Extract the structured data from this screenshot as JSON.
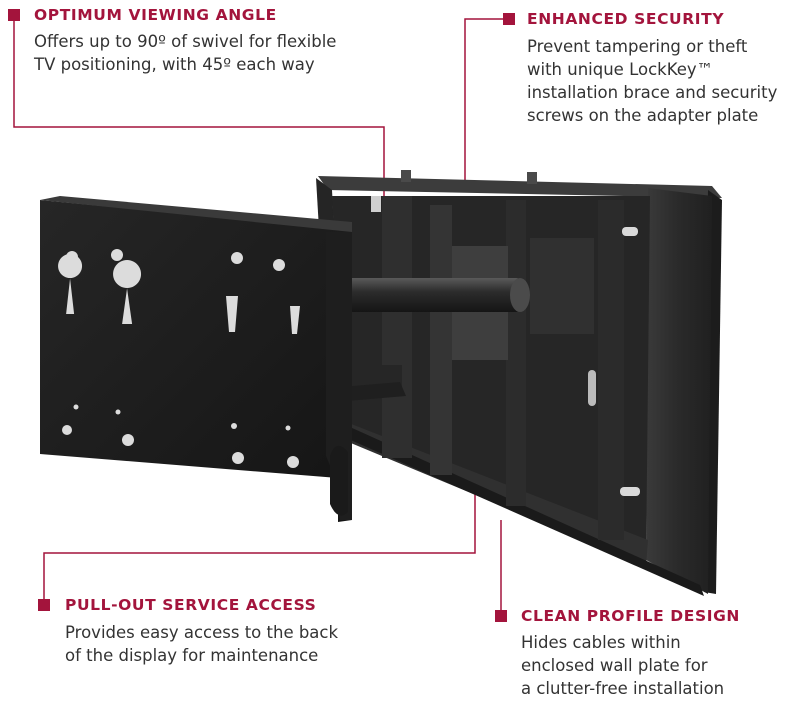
{
  "colors": {
    "accent": "#a3143c",
    "text": "#333333",
    "mount_dark": "#1c1c1c",
    "mount_mid": "#2e2e2e",
    "mount_light": "#454545"
  },
  "callouts": {
    "viewing_angle": {
      "title": "OPTIMUM VIEWING ANGLE",
      "lines": [
        "Offers up to 90º of swivel for flexible",
        "TV positioning, with 45º each way"
      ]
    },
    "enhanced_security": {
      "title": "ENHANCED SECURITY",
      "lines": [
        "Prevent tampering or theft",
        "with unique LockKey™",
        "installation brace and security",
        "screws on the adapter plate"
      ]
    },
    "pull_out_access": {
      "title": "PULL-OUT SERVICE ACCESS",
      "lines": [
        "Provides easy access to the back",
        "of the display for maintenance"
      ]
    },
    "clean_profile": {
      "title": "CLEAN PROFILE DESIGN",
      "lines": [
        "Hides cables within",
        "enclosed wall plate for",
        "a clutter-free installation"
      ]
    }
  }
}
